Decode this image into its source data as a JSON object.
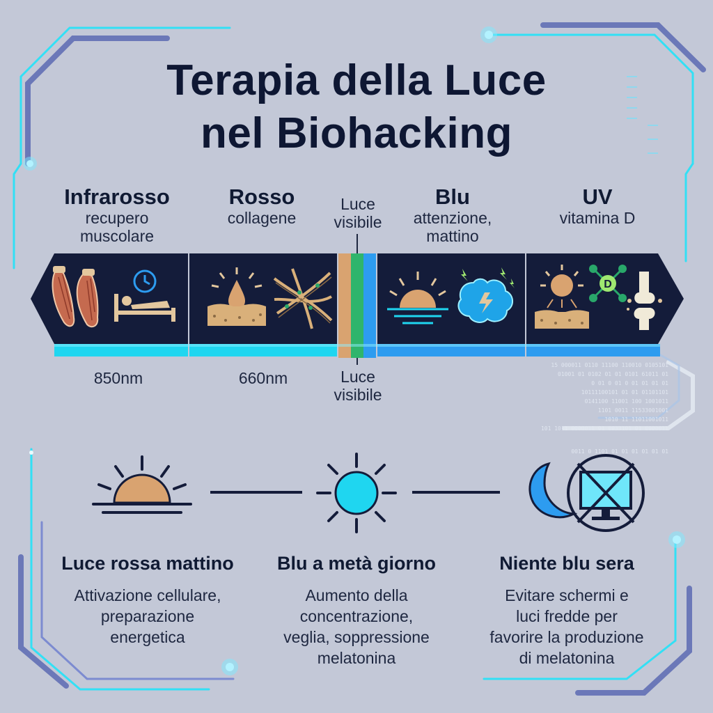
{
  "title": {
    "line1": "Terapia della Luce",
    "line2": "nel Biohacking"
  },
  "bands": [
    {
      "name": "Infrarosso",
      "desc1": "recupero",
      "desc2": "muscolare",
      "wavelength": "850nm",
      "icons": [
        "muscle-icon",
        "bed-clock-icon"
      ]
    },
    {
      "name": "Rosso",
      "desc1": "collagene",
      "desc2": "",
      "wavelength": "660nm",
      "icons": [
        "skin-drop-icon",
        "collagen-fibers-icon"
      ]
    },
    {
      "name": "Blu",
      "desc1": "attenzione,",
      "desc2": "mattino",
      "icons": [
        "sunrise-icon",
        "brain-lightning-icon"
      ]
    },
    {
      "name": "UV",
      "desc1": "vitamina D",
      "desc2": "",
      "icons": [
        "sun-skin-icon",
        "vitamin-d-molecule-icon",
        "bone-joint-icon"
      ]
    }
  ],
  "visible": {
    "top1": "Luce",
    "top2": "visibile",
    "bottom1": "Luce",
    "bottom2": "visibile"
  },
  "schedule": [
    {
      "title": "Luce rossa mattino",
      "lines": [
        "Attivazione cellulare,",
        "preparazione",
        "energetica"
      ],
      "icon": "sunrise-icon"
    },
    {
      "title": "Blu a metà giorno",
      "lines": [
        "Aumento della",
        "concentrazione,",
        "veglia, soppressione",
        "melatonina"
      ],
      "icon": "sun-icon"
    },
    {
      "title": "Niente blu sera",
      "lines": [
        "Evitare schermi e",
        "luci fredde per",
        "favorire la produzione",
        "di melatonina"
      ],
      "icon": "moon-no-screen-icon"
    }
  ],
  "binary_rows": [
    "15 000011 0110 11100 110010 0105101",
    "01001 01 0102 01 01 0101 61011 01",
    "0 01 0 01 0 01 01 01 01",
    "10111100101 01 01 01101101",
    "0141100 11001 100 1001011",
    "1101 0011 11533001001",
    "1010 11 11011001011",
    "101 1011 0000011 01 0033101 01 0000011",
    "0011 0 1101 01 01 01 01 01 01"
  ],
  "colors": {
    "bg": "#c3c8d7",
    "navy": "#141c3a",
    "cyan": "#1fd6f0",
    "blue": "#2d9cf0",
    "tan": "#d9b07a",
    "green": "#29a86a"
  }
}
